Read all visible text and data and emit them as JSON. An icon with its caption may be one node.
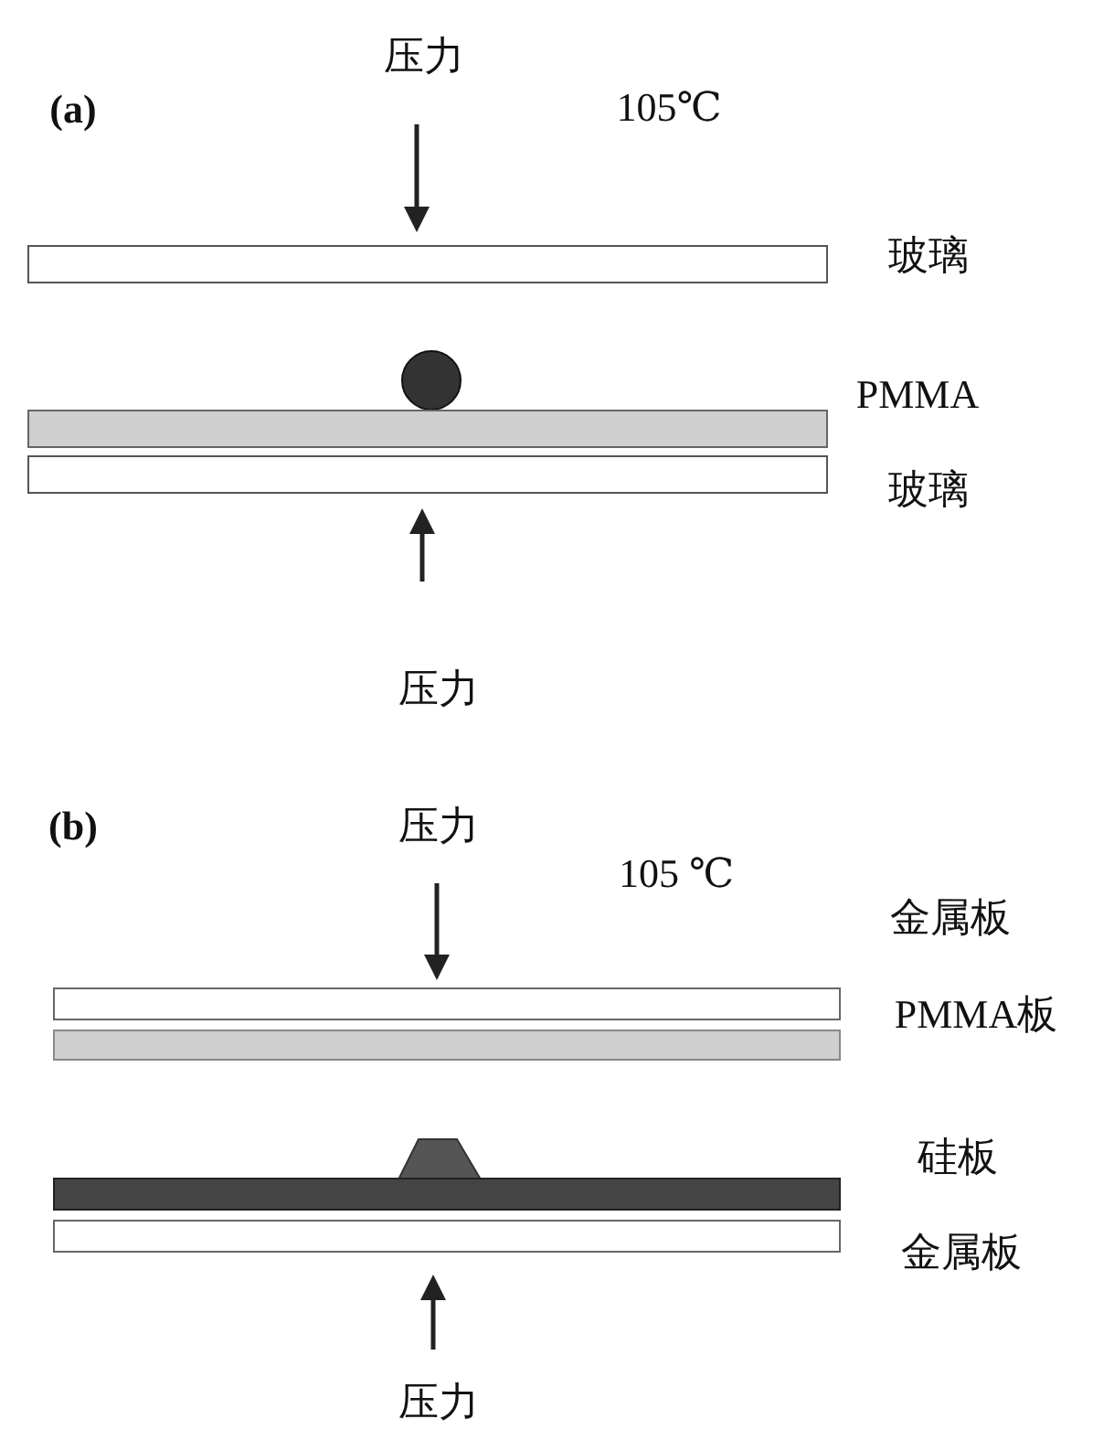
{
  "diagram": {
    "nodes": [
      {
        "text": [],
        "shape": "bar",
        "beside": [
          "玻璃"
        ]
      },
      {
        "text": [],
        "shape": "bar",
        "beside": [
          "PMMA"
        ]
      },
      {
        "text": [],
        "shape": "bar",
        "beside": [
          "玻璃"
        ]
      },
      {
        "text": [],
        "shape": "bar",
        "beside": [
          "金属板"
        ]
      },
      {
        "text": [],
        "shape": "bar",
        "beside": [
          "PMMA板"
        ]
      },
      {
        "text": [],
        "shape": "bar",
        "beside": [
          "硅板"
        ]
      },
      {
        "text": [],
        "shape": "bar",
        "beside": [
          "金属板"
        ]
      }
    ],
    "labels": [
      "(a)",
      "压力",
      "105℃",
      "压力",
      "(b)",
      "压力",
      "105 ℃",
      "压力"
    ]
  }
}
